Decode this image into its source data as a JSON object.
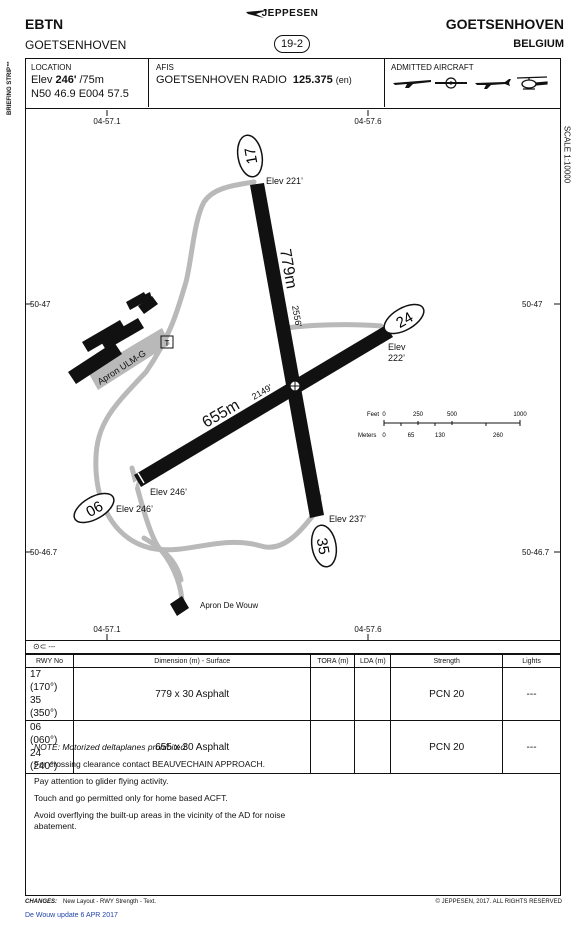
{
  "header": {
    "icao": "EBTN",
    "airport_short": "GOETSENHOVEN",
    "brand": "JEPPESEN",
    "airport_name": "GOETSENHOVEN",
    "country": "BELGIUM",
    "page_number": "19-2",
    "briefing_strip": "BRIEFING STRIP™"
  },
  "info": {
    "location_label": "LOCATION",
    "elev_prefix": "Elev",
    "elev_ft": "246'",
    "elev_m": "/75m",
    "coords": "N50 46.9 E004 57.5",
    "afis_label": "AFIS",
    "afis_name": "GOETSENHOVEN RADIO",
    "afis_freq": "125.375",
    "afis_lang": "(en)",
    "admitted_label": "ADMITTED AIRCRAFT",
    "admitted_icons": [
      "glider-icon",
      "ultralight-icon",
      "airplane-icon",
      "helicopter-icon"
    ]
  },
  "map": {
    "scale": "SCALE 1:10000",
    "coord_top_left": "04-57.1",
    "coord_top_right": "04-57.6",
    "coord_bottom_left": "04-57.1",
    "coord_bottom_right": "04-57.6",
    "lat_upper_left": "50-47",
    "lat_upper_right": "50-47",
    "lat_lower_left": "50-46.7",
    "lat_lower_right": "50-46.7",
    "rwy_17": "17",
    "rwy_35": "35",
    "rwy_06": "06",
    "rwy_24": "24",
    "elev_17": "Elev 221’",
    "elev_35": "Elev 237’",
    "elev_24_a": "Elev",
    "elev_24_b": "222’",
    "elev_06_a": "Elev 246’",
    "elev_06_b": "Elev 246’",
    "len_17_m": "779m",
    "len_17_ft": "2556'",
    "len_06_m": "655m",
    "len_06_ft": "2149'",
    "apron_ulm": "Apron ULM-G",
    "apron_dewouw": "Apron De Wouw",
    "taxi_t": "T",
    "scale_feet_label": "Feet",
    "scale_feet_ticks": [
      "0",
      "250",
      "500",
      "1000"
    ],
    "scale_meters_label": "Meters",
    "scale_meters_ticks": [
      "0",
      "65",
      "130",
      "260"
    ],
    "colors": {
      "runway": "#111111",
      "taxiway": "#b9b9b9",
      "ink": "#111111"
    }
  },
  "legend_text": "---",
  "table": {
    "headers": [
      "RWY No",
      "Dimension (m) - Surface",
      "TORA (m)",
      "LDA (m)",
      "Strength",
      "Lights"
    ],
    "rows": [
      {
        "rwy1": "17 (170°)",
        "rwy2": "35 (350°)",
        "dim": "779 x 30 Asphalt",
        "tora": "",
        "lda": "",
        "strength": "PCN 20",
        "lights": "---"
      },
      {
        "rwy1": "06 (060°)",
        "rwy2": "24 (240°)",
        "dim": "655 x 30 Asphalt",
        "tora": "",
        "lda": "",
        "strength": "PCN 20",
        "lights": "---"
      }
    ]
  },
  "notes": {
    "n1": "NOTE:  Motorized deltaplanes prohibited.",
    "n2": "For crossing clearance contact BEAUVECHAIN APPROACH.",
    "n3": "Pay attention to glider flying activity.",
    "n4": "Touch and go permitted only for home based ACFT.",
    "n5": "Avoid overflying the built-up areas in the vicinity of the AD for noise abatement."
  },
  "footer": {
    "changes_label": "CHANGES:",
    "changes_text": "New Layout - RWY Strength - Text.",
    "copyright": "© JEPPESEN, 2017. ALL RIGHTS RESERVED",
    "update": "De Wouw update 6 APR 2017"
  }
}
